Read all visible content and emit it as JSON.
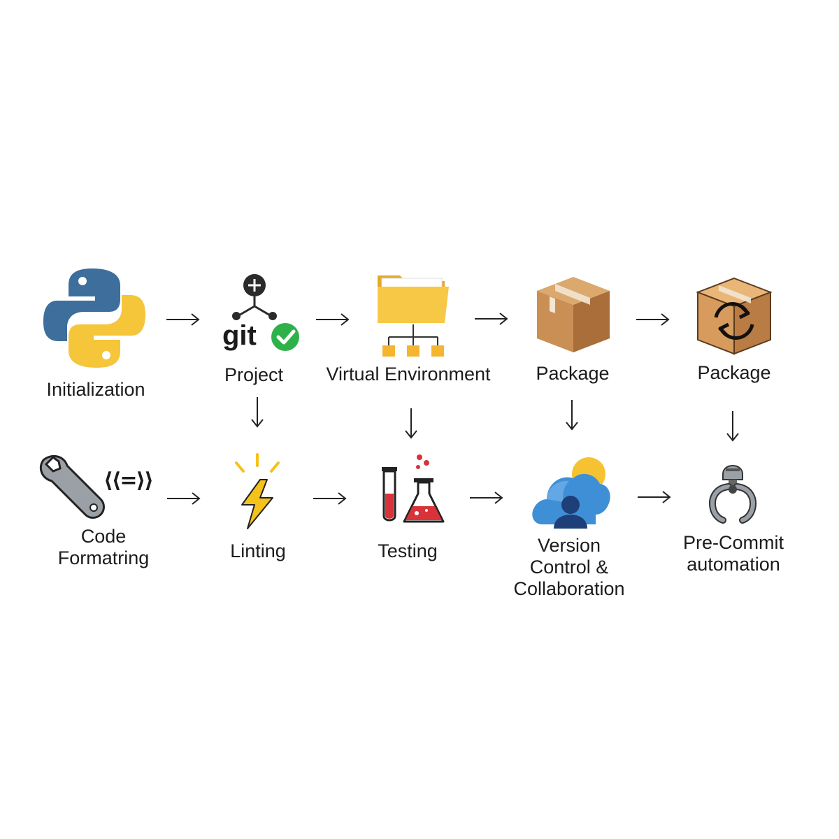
{
  "diagram": {
    "row1": {
      "initialization": {
        "label": "Initialization",
        "icon": "python-logo-icon"
      },
      "project": {
        "label": "Project",
        "icon": "git-branch-check-icon",
        "git_text": "git"
      },
      "virtual_env": {
        "label": "Virtual Environment",
        "icon": "folder-tree-icon"
      },
      "package_a": {
        "label": "Package",
        "icon": "package-box-icon"
      },
      "package_b": {
        "label": "Package",
        "icon": "package-box-sync-icon"
      }
    },
    "row2": {
      "code_formatting": {
        "label_lines": [
          "Code",
          "Formatring"
        ],
        "icon": "wrench-code-icon",
        "code_glyph": "⟨⟨=⟩⟩"
      },
      "linting": {
        "label": "Linting",
        "icon": "lightning-bolt-icon"
      },
      "testing": {
        "label": "Testing",
        "icon": "lab-flask-tube-icon"
      },
      "version_control": {
        "label_lines": [
          "Version",
          "Control &",
          "Collaboration"
        ],
        "icon": "cloud-user-icon"
      },
      "pre_commit": {
        "label_lines": [
          "Pre-Commit",
          "automation"
        ],
        "icon": "robot-claw-icon"
      }
    },
    "colors": {
      "python_blue": "#3d6e9c",
      "python_yellow": "#f5c53a",
      "git_green": "#2fb14a",
      "folder_yellow": "#f7c845",
      "box_brown": "#c98f55",
      "cloud_blue": "#3f8fd6",
      "sun_yellow": "#f6c232",
      "bolt_yellow": "#f5c21b",
      "test_red": "#d8323a"
    }
  }
}
